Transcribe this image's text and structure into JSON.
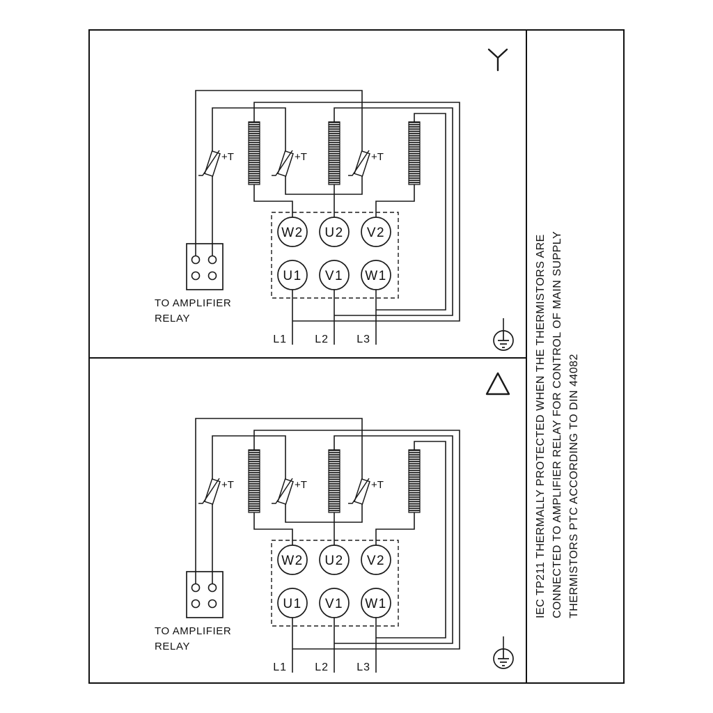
{
  "side_note": {
    "line1": "IEC TP211 THERMALLY PROTECTED WHEN THE THERMISTORS ARE",
    "line2": "CONNECTED TO AMPLIFIER RELAY FOR CONTROL OF MAIN SUPPLY",
    "line3": "THERMISTORS PTC ACCORDING TO DIN 44082"
  },
  "panels": [
    {
      "connection": "star",
      "relay_label": [
        "TO AMPLIFIER",
        "RELAY"
      ],
      "thermistor_label": "+T",
      "terminals_top": [
        "W2",
        "U2",
        "V2"
      ],
      "terminals_bottom": [
        "U1",
        "V1",
        "W1"
      ],
      "supply_labels": [
        "L1",
        "L2",
        "L3"
      ]
    },
    {
      "connection": "delta",
      "relay_label": [
        "TO AMPLIFIER",
        "RELAY"
      ],
      "thermistor_label": "+T",
      "terminals_top": [
        "W2",
        "U2",
        "V2"
      ],
      "terminals_bottom": [
        "U1",
        "V1",
        "W1"
      ],
      "supply_labels": [
        "L1",
        "L2",
        "L3"
      ]
    }
  ],
  "colors": {
    "line": "#1a1a1a",
    "background": "#ffffff"
  }
}
